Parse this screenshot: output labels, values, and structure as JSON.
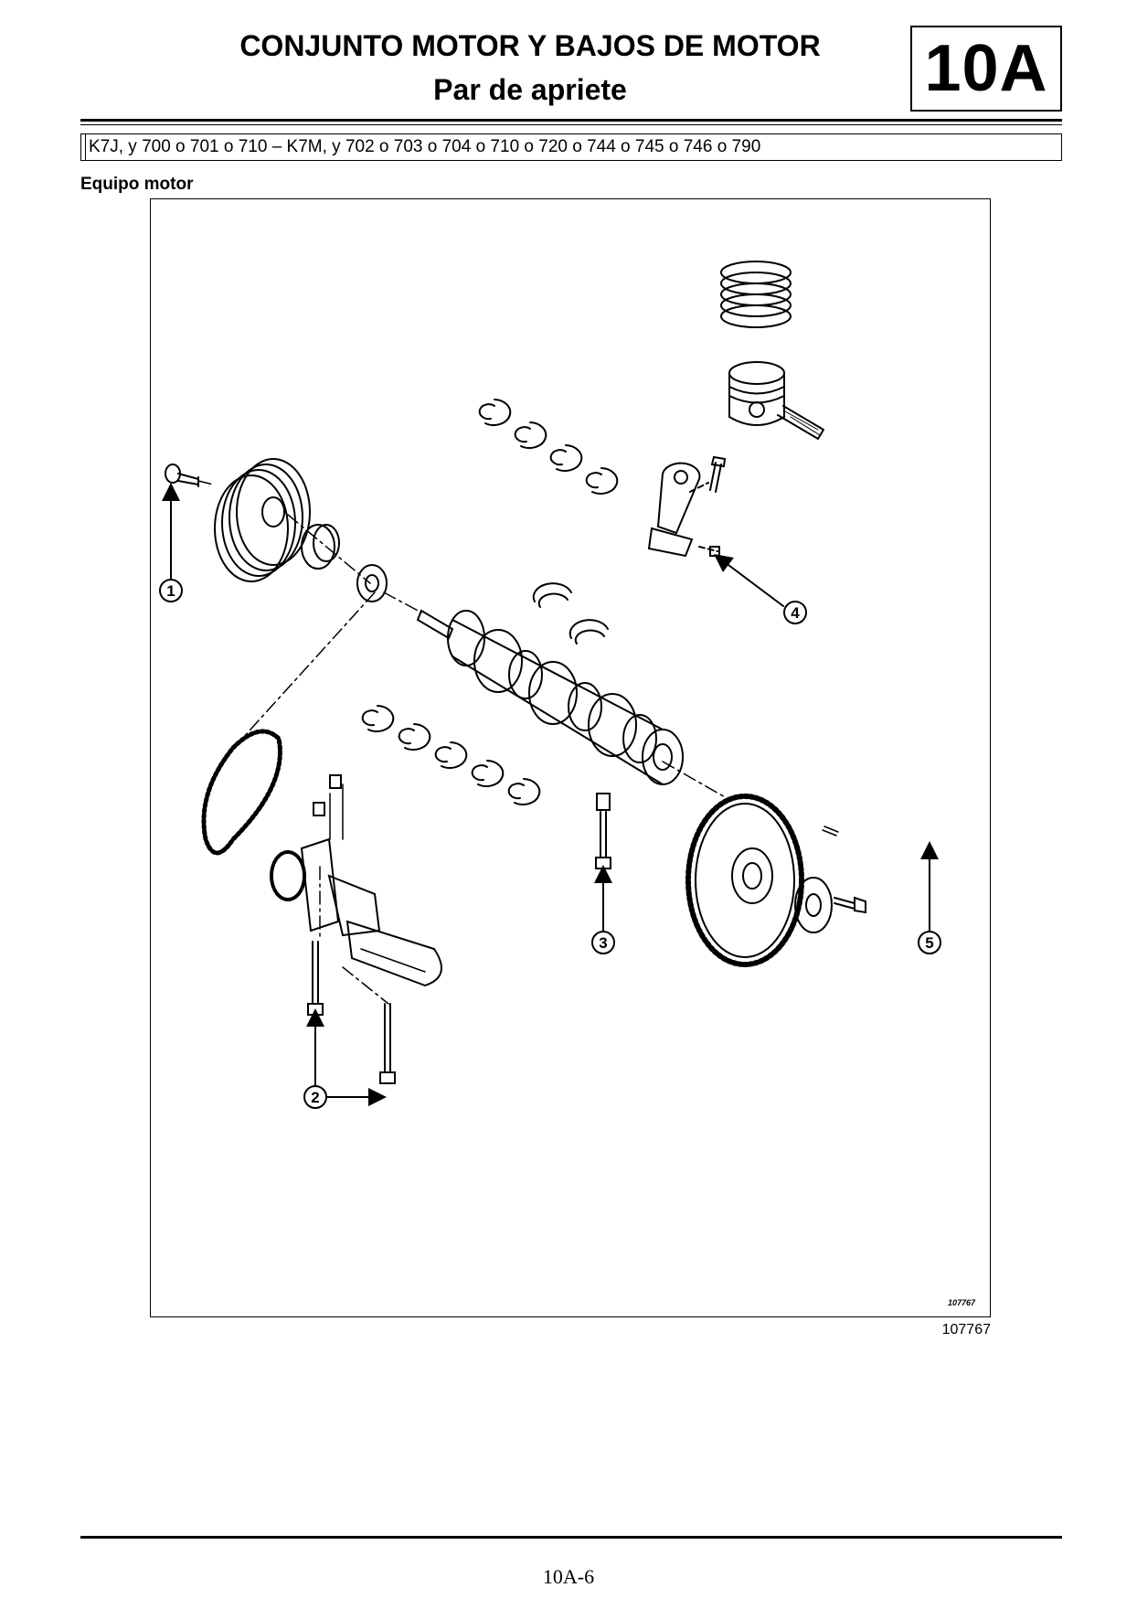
{
  "header": {
    "title": "CONJUNTO MOTOR Y BAJOS DE MOTOR",
    "subtitle": "Par de apriete",
    "section_code": "10A"
  },
  "applicability": "K7J, y 700 o 701 o 710 – K7M, y 702 o 703 o 704 o 710 o 720 o 744 o 745 o 746 o 790",
  "section_heading": "Equipo motor",
  "figure": {
    "inner_id": "107767",
    "id": "107767",
    "callouts": [
      {
        "label": "1"
      },
      {
        "label": "2"
      },
      {
        "label": "3"
      },
      {
        "label": "4"
      },
      {
        "label": "5"
      }
    ]
  },
  "footer": {
    "page_number": "10A-6"
  }
}
